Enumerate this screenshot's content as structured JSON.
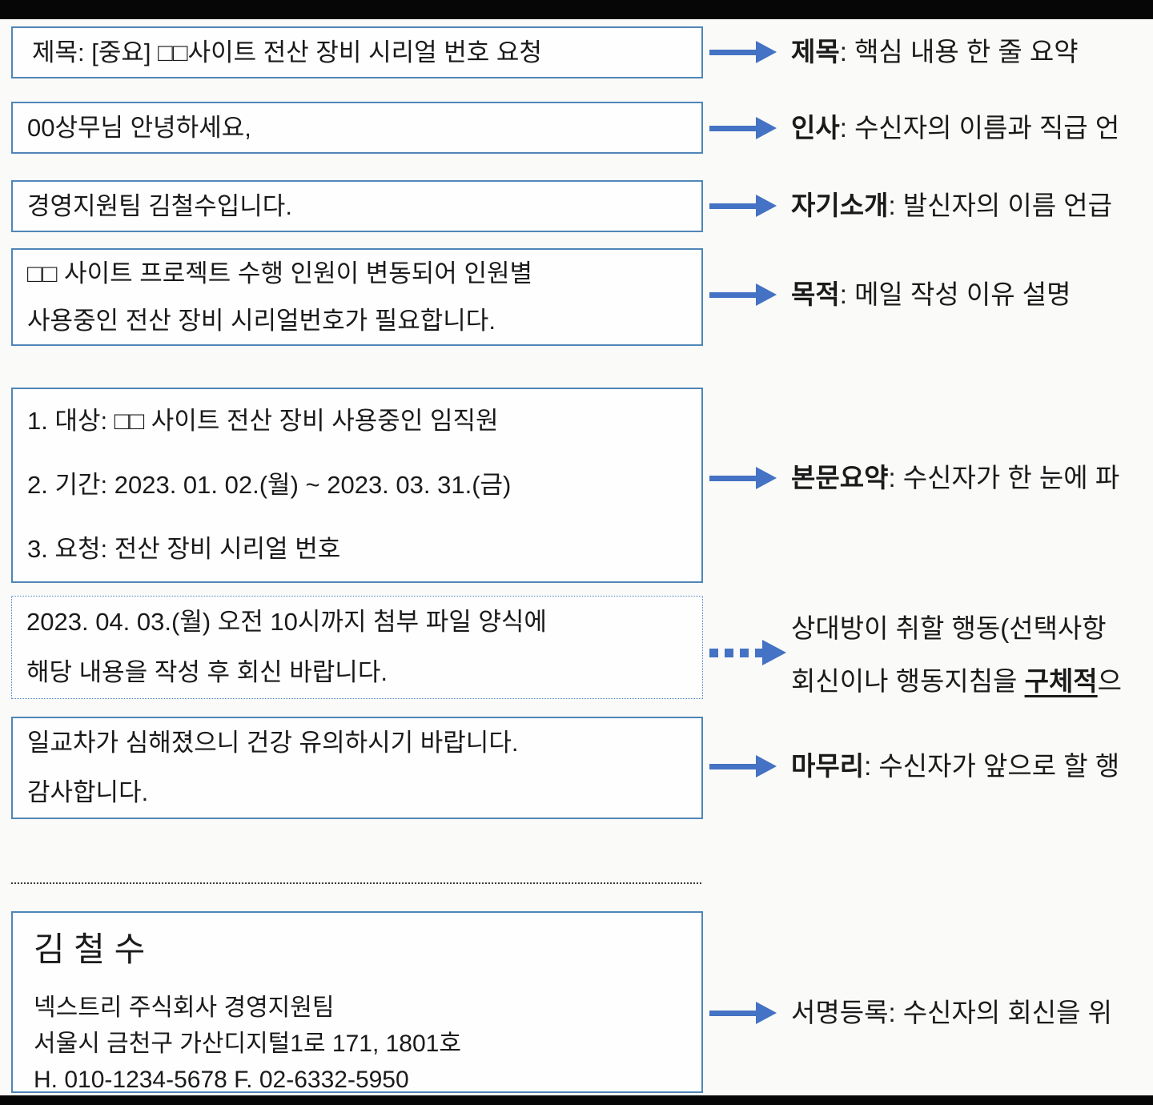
{
  "page": {
    "accent_color": "#4472c4",
    "box_border_color": "#4f86b8",
    "background_color": "#fafaf8"
  },
  "email_boxes": [
    {
      "id": "subject",
      "lines": [
        "제목: [중요] □□사이트 전산 장비 시리얼 번호 요청"
      ]
    },
    {
      "id": "greeting",
      "lines": [
        "00상무님 안녕하세요,"
      ]
    },
    {
      "id": "introduction",
      "lines": [
        "경영지원팀 김철수입니다."
      ]
    },
    {
      "id": "purpose",
      "lines": [
        "□□ 사이트 프로젝트 수행 인원이 변동되어 인원별",
        "사용중인 전산 장비 시리얼번호가 필요합니다."
      ]
    },
    {
      "id": "body-summary",
      "lines": [
        "1. 대상: □□ 사이트 전산 장비 사용중인 임직원",
        "2. 기간: 2023. 01. 02.(월) ~ 2023. 03. 31.(금)",
        "3. 요청: 전산 장비 시리얼 번호"
      ]
    },
    {
      "id": "action-request",
      "lines": [
        "2023. 04. 03.(월) 오전 10시까지 첨부 파일 양식에",
        "해당 내용을 작성 후 회신 바랍니다."
      ]
    },
    {
      "id": "closing",
      "lines": [
        "일교차가 심해졌으니 건강 유의하시기 바랍니다.",
        "감사합니다."
      ]
    }
  ],
  "signature": {
    "name": "김 철 수",
    "lines": [
      "넥스트리 주식회사 경영지원팀",
      "서울시 금천구 가산디지털1로 171, 1801호",
      "H. 010-1234-5678 F. 02-6332-5950"
    ]
  },
  "annotations": [
    {
      "label": "제목",
      "text": ": 핵심 내용 한 줄 요약"
    },
    {
      "label": "인사",
      "text": ": 수신자의 이름과 직급 언"
    },
    {
      "label": "자기소개",
      "text": ": 발신자의 이름 언급"
    },
    {
      "label": "목적",
      "text": ": 메일 작성 이유 설명"
    },
    {
      "label": "본문요약",
      "text": ": 수신자가 한 눈에 파"
    },
    {
      "line1": "상대방이 취할 행동(선택사항",
      "line2_prefix": "회신이나 행동지침을 ",
      "line2_emphasis": "구체적",
      "line2_suffix": "으"
    },
    {
      "label": "마무리",
      "text": ": 수신자가 앞으로 할 행"
    },
    {
      "label": "서명등록",
      "text": ": 수신자의 회신을 위"
    }
  ]
}
